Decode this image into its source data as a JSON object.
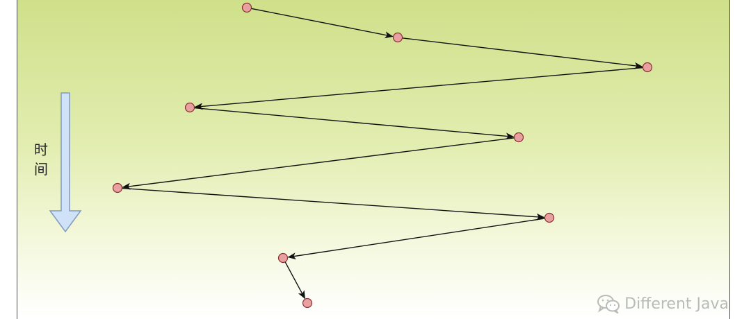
{
  "axis": {
    "label_chars": [
      "时",
      "间"
    ],
    "arrow_color": "#cfe2f7",
    "arrow_stroke": "#7f9bbd"
  },
  "points": [
    {
      "id": 1
    },
    {
      "id": 2
    },
    {
      "id": 3
    },
    {
      "id": 4
    },
    {
      "id": 5
    },
    {
      "id": 6
    },
    {
      "id": 7
    },
    {
      "id": 8
    },
    {
      "id": 9
    }
  ],
  "colors": {
    "node_fill": "#e8a0a0",
    "node_stroke": "#8a3030",
    "edge": "#111111",
    "panel_top": "#cfe08a",
    "panel_bottom": "#ffffff"
  },
  "watermark": {
    "icon": "wechat-icon",
    "text": "Different Java"
  }
}
